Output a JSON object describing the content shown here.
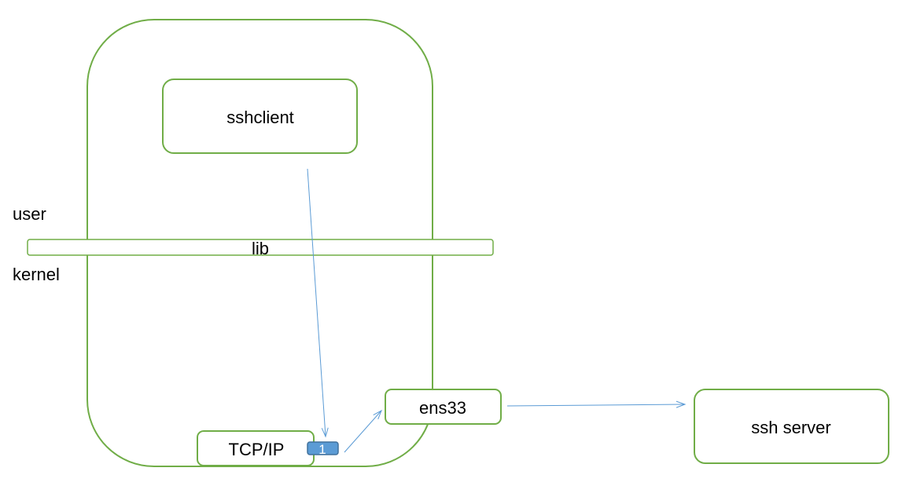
{
  "labels": {
    "user": "user",
    "kernel": "kernel",
    "lib": "lib",
    "sshclient": "sshclient",
    "tcpip": "TCP/IP",
    "ens33": "ens33",
    "ssh_server": "ssh server",
    "badge": "1"
  },
  "colors": {
    "box_stroke": "#70ad47",
    "arrow": "#5b9bd5",
    "badge_fill": "#5b9bd5",
    "badge_stroke": "#41719c"
  }
}
